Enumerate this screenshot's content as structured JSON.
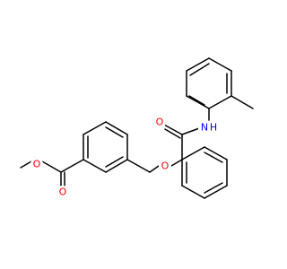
{
  "structure": {
    "atoms": [
      {
        "symbol": "O",
        "color": "#ff0000"
      },
      {
        "symbol": "O",
        "color": "#ff0000"
      },
      {
        "symbol": "O",
        "color": "#ff0000"
      },
      {
        "symbol": "O",
        "color": "#ff0000"
      },
      {
        "symbol": "N",
        "color": "#0000ff"
      },
      {
        "symbol": "H",
        "color": "#0000ff"
      }
    ]
  }
}
